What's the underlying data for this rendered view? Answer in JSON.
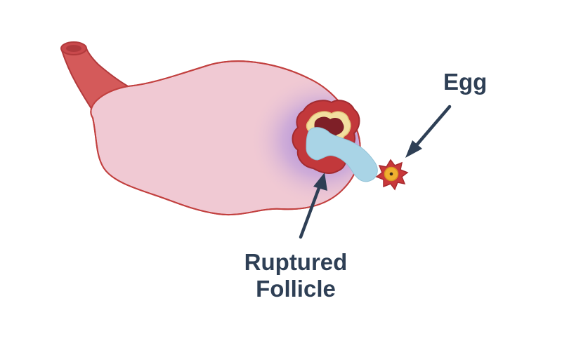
{
  "labels": {
    "egg": "Egg",
    "ruptured_follicle_line1": "Ruptured",
    "ruptured_follicle_line2": "Follicle"
  },
  "colors": {
    "ovary_fill": "#f0c9d3",
    "ovary_outline": "#c2403f",
    "tube": "#d45a5a",
    "tube_outline": "#b23a3c",
    "glow": "#9b7fd6",
    "follicle_outer": "#c2383b",
    "follicle_inner": "#7e1f27",
    "follicle_rim": "#f2dfa0",
    "fluid": "#a9d4e6",
    "egg_body": "#c9383a",
    "egg_nucleus": "#f0b030",
    "arrow": "#2e3f55",
    "text": "#2e3f55"
  }
}
